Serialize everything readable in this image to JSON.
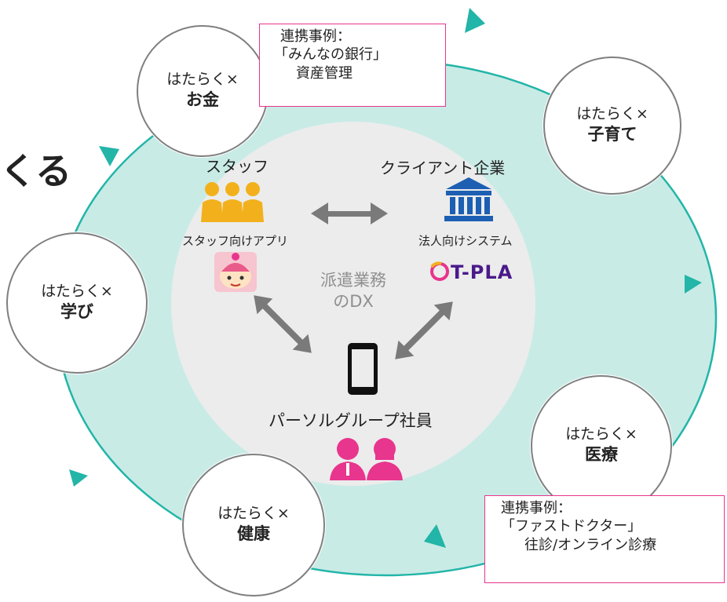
{
  "headline_fragment": "くる",
  "center": {
    "line1": "派遣業務",
    "line2": "のDX"
  },
  "staff": {
    "label": "スタッフ",
    "app_label": "スタッフ向けアプリ"
  },
  "client": {
    "label": "クライアント企業",
    "system_label": "法人向けシステム",
    "logo_text": "T-PLA"
  },
  "employee": {
    "label": "パーソルグループ社員"
  },
  "bubbles": [
    {
      "id": "money",
      "prefix": "はたらく×",
      "theme": "お金"
    },
    {
      "id": "childcare",
      "prefix": "はたらく×",
      "theme": "子育て"
    },
    {
      "id": "learning",
      "prefix": "はたらく×",
      "theme": "学び"
    },
    {
      "id": "medical",
      "prefix": "はたらく×",
      "theme": "医療"
    },
    {
      "id": "health",
      "prefix": "はたらく×",
      "theme": "健康"
    }
  ],
  "case_money": {
    "line1": "連携事例：",
    "line2": "「みんなの銀行」",
    "line3": "資産管理"
  },
  "case_medical": {
    "line1": "連携事例：",
    "line2": "「ファストドクター」",
    "line3": "往診/オンライン診療"
  },
  "colors": {
    "ring_fill": "#c9ebe6",
    "ring_stroke": "#22b5a8",
    "center_fill": "#ececec",
    "staff_gold": "#f2b11c",
    "client_blue": "#1d5fb3",
    "employee_pink": "#e8358d",
    "case_border": "#e8358d"
  },
  "icons": [
    "staff-group-icon",
    "bank-icon",
    "app-character-icon",
    "tpla-logo-icon",
    "smartphone-icon",
    "employees-icon",
    "double-arrow-icon"
  ]
}
